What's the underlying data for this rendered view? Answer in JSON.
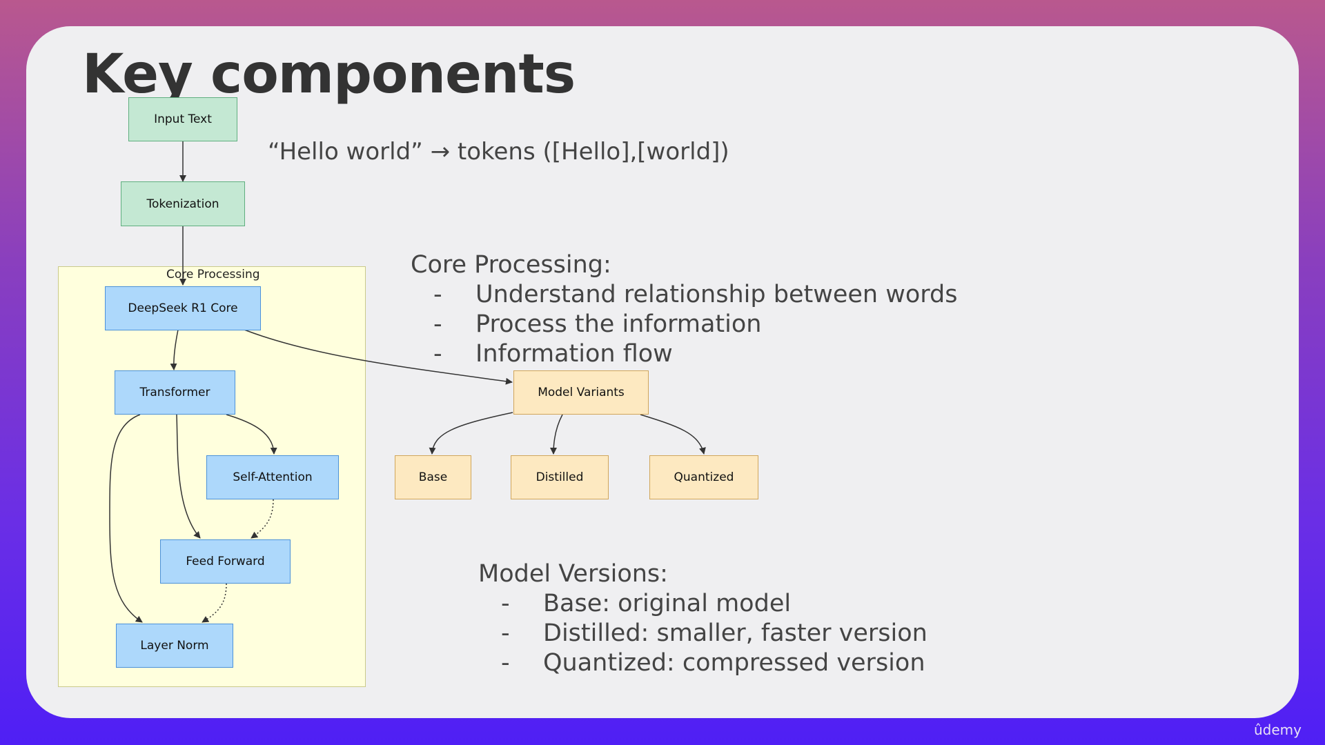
{
  "slide": {
    "title": "Key components"
  },
  "diagram": {
    "subgraph_label": "Core Processing",
    "nodes": {
      "input_text": "Input Text",
      "tokenization": "Tokenization",
      "deepseek_core": "DeepSeek R1 Core",
      "transformer": "Transformer",
      "self_attention": "Self-Attention",
      "feed_forward": "Feed Forward",
      "layer_norm": "Layer Norm",
      "model_variants": "Model Variants",
      "base": "Base",
      "distilled": "Distilled",
      "quantized": "Quantized"
    },
    "colors": {
      "input_fill": "#c4e8d3",
      "core_fill": "#add8fb",
      "variant_fill": "#fde9c1",
      "subgraph_fill": "#ffffdd"
    }
  },
  "notes": {
    "tokenization_example": "“Hello world” → tokens ([Hello],[world])",
    "core_processing": {
      "heading": "Core Processing:",
      "items": [
        "Understand relationship between words",
        "Process the information",
        "Information flow"
      ]
    },
    "model_versions": {
      "heading": "Model Versions:",
      "items": [
        "Base: original model",
        "Distilled: smaller, faster version",
        "Quantized: compressed version"
      ]
    },
    "bullet_marker": "-"
  },
  "branding": {
    "watermark": "ûdemy"
  }
}
